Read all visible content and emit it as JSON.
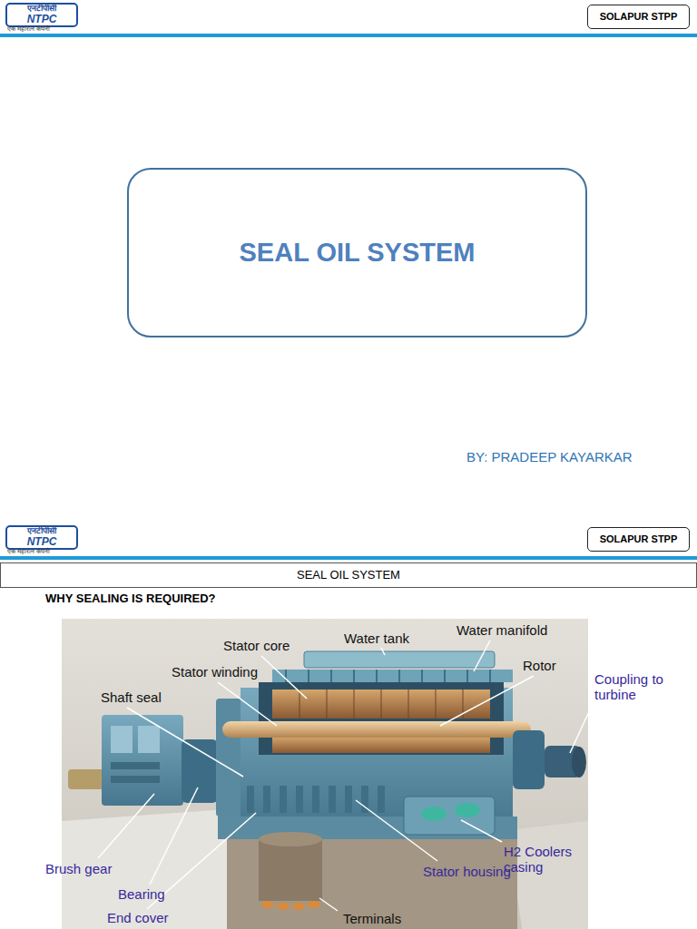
{
  "diagram": {
    "nodes": [
      {
        "text": [
          "एनटीपीसी",
          "NTPC"
        ]
      },
      {
        "text": [
          "SOLAPUR STPP"
        ]
      },
      {
        "text": [
          "SEAL OIL SYSTEM"
        ]
      },
      {
        "text": [
          "एनटीपीसी",
          "NTPC"
        ]
      },
      {
        "text": [
          "SOLAPUR STPP"
        ]
      },
      {
        "text": [
          "SEAL OIL SYSTEM"
        ]
      }
    ],
    "labels": [
      "एक महारत्न कंपनी",
      "BY: PRADEEP KAYARKAR",
      "एक महारत्न कंपनी",
      "WHY SEALING IS REQUIRED?",
      "Stator core",
      "Water tank",
      "Water manifold",
      "Stator winding",
      "Rotor",
      "Shaft seal",
      "Coupling to turbine",
      "Brush gear",
      "H2 Coolers casing",
      "Bearing",
      "Stator housing",
      "End cover",
      "Terminals"
    ]
  }
}
